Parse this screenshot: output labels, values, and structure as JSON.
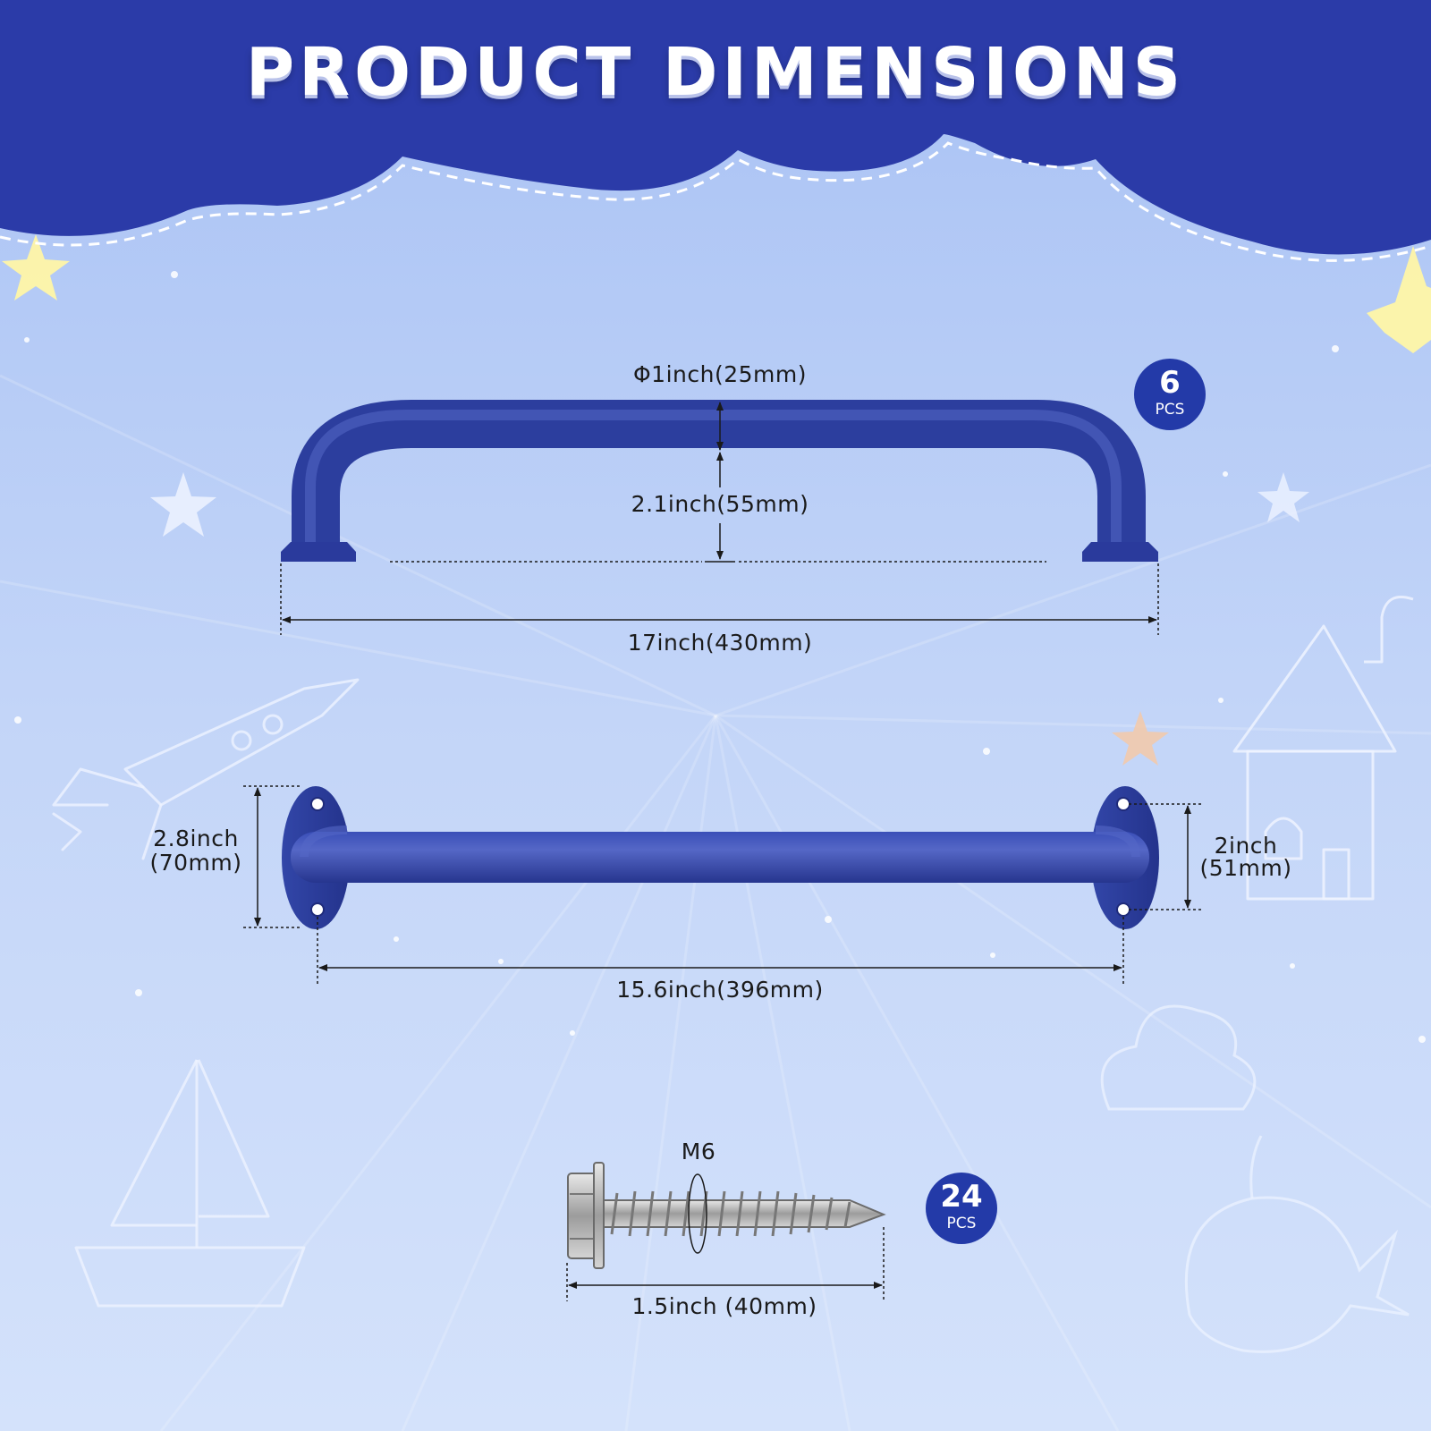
{
  "header": {
    "title": "PRODUCT DIMENSIONS"
  },
  "colors": {
    "banner": "#2b3ba8",
    "background_top": "#a9c2f4",
    "background_bottom": "#d4e2fb",
    "bar": "#2c3e9e",
    "badge": "#233aa8",
    "doodle": "#eef3ff",
    "star": "#fff6a6"
  },
  "top_view": {
    "diameter_label": "Φ1inch(25mm)",
    "height_label": "2.1inch(55mm)",
    "length_label": "17inch(430mm)",
    "badge": {
      "count": "6",
      "unit": "PCS"
    }
  },
  "front_view": {
    "plate_height_label_line1": "2.8inch",
    "plate_height_label_line2": "(70mm)",
    "hole_spacing_label_line1": "2inch",
    "hole_spacing_label_line2": "(51mm)",
    "hole_to_hole_label": "15.6inch(396mm)"
  },
  "screw": {
    "thread_label": "M6",
    "length_label": "1.5inch (40mm)",
    "badge": {
      "count": "24",
      "unit": "PCS"
    }
  }
}
